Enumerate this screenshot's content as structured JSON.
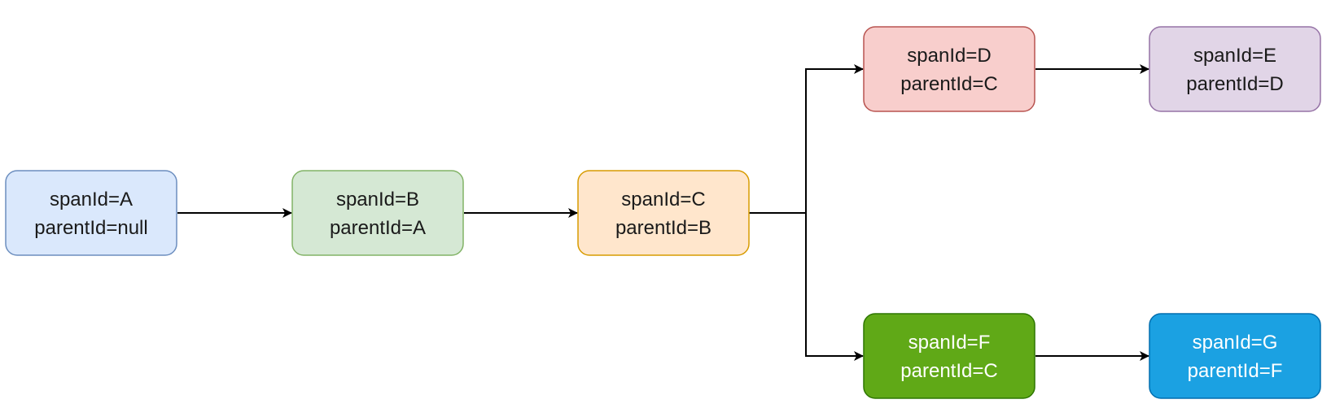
{
  "nodes": [
    {
      "id": "A",
      "line1": "spanId=A",
      "line2": "parentId=null",
      "fill": "#dae8fc",
      "stroke": "#6c8ebf",
      "text_color": "#1a1a1a"
    },
    {
      "id": "B",
      "line1": "spanId=B",
      "line2": "parentId=A",
      "fill": "#d5e8d4",
      "stroke": "#82b366",
      "text_color": "#1a1a1a"
    },
    {
      "id": "C",
      "line1": "spanId=C",
      "line2": "parentId=B",
      "fill": "#ffe6cc",
      "stroke": "#d79b00",
      "text_color": "#1a1a1a"
    },
    {
      "id": "D",
      "line1": "spanId=D",
      "line2": "parentId=C",
      "fill": "#f8cecc",
      "stroke": "#b85450",
      "text_color": "#1a1a1a"
    },
    {
      "id": "E",
      "line1": "spanId=E",
      "line2": "parentId=D",
      "fill": "#e1d5e7",
      "stroke": "#9673a6",
      "text_color": "#1a1a1a"
    },
    {
      "id": "F",
      "line1": "spanId=F",
      "line2": "parentId=C",
      "fill": "#60a917",
      "stroke": "#2d7600",
      "text_color": "#ffffff"
    },
    {
      "id": "G",
      "line1": "spanId=G",
      "line2": "parentId=F",
      "fill": "#1ba1e2",
      "stroke": "#006eaf",
      "text_color": "#ffffff"
    }
  ],
  "edges": [
    {
      "from": "A",
      "to": "B"
    },
    {
      "from": "B",
      "to": "C"
    },
    {
      "from": "C",
      "to": "D"
    },
    {
      "from": "C",
      "to": "F"
    },
    {
      "from": "D",
      "to": "E"
    },
    {
      "from": "F",
      "to": "G"
    }
  ]
}
